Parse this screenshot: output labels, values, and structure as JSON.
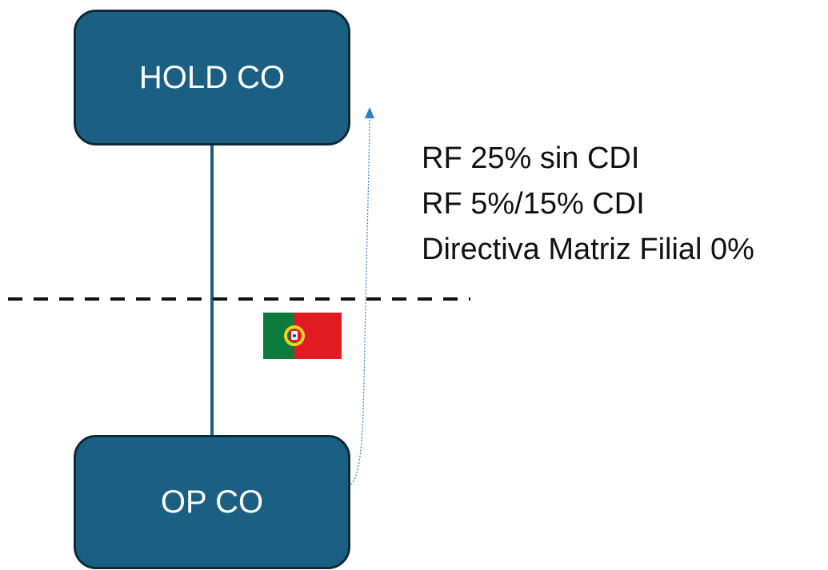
{
  "diagram": {
    "top_entity": "HOLD CO",
    "bottom_entity": "OP CO",
    "notes": [
      "RF 25% sin CDI",
      "RF 5%/15% CDI",
      "Directiva Matriz Filial 0%"
    ],
    "flag_icon": "portugal-flag-icon",
    "colors": {
      "box_fill": "#1b5f82",
      "box_border": "#0c2a3a",
      "arrow": "#2e7bc6",
      "flag_green": "#0b7a3a",
      "flag_red": "#e01b22",
      "flag_emblem": "#f6d21b"
    }
  }
}
